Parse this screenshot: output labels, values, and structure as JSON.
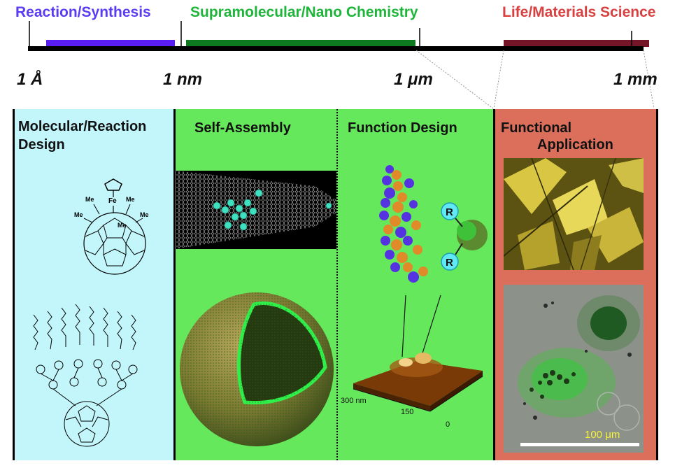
{
  "categories": {
    "reaction": {
      "label": "Reaction/Synthesis",
      "color": "#5a3cf2"
    },
    "supra": {
      "label": "Supramolecular/Nano Chemistry",
      "color": "#1fb53a"
    },
    "life": {
      "label": "Life/Materials Science",
      "color": "#d94040"
    }
  },
  "scale": {
    "ticks": [
      "1 Å",
      "1 nm",
      "1 μm",
      "1 mm"
    ]
  },
  "panels": {
    "molecular": {
      "title_line1": "Molecular/Reaction",
      "title_line2": "Design",
      "background": "#c2f6fb"
    },
    "self_assembly": {
      "title": "Self-Assembly",
      "background": "#66e85c"
    },
    "function_design": {
      "title": "Function Design",
      "background": "#66e85c"
    },
    "functional_app": {
      "title_line1": "Functional",
      "title_line2": "Application",
      "background": "#db6f5c"
    }
  },
  "molecule": {
    "fe_label": "Fe",
    "me_label": "Me"
  },
  "dna_complex": {
    "r_label": "R"
  },
  "afm": {
    "axis_label_1": "300 nm",
    "axis_label_2": "150",
    "axis_label_3": "0"
  },
  "micrograph": {
    "scale_label": "100 μm"
  }
}
